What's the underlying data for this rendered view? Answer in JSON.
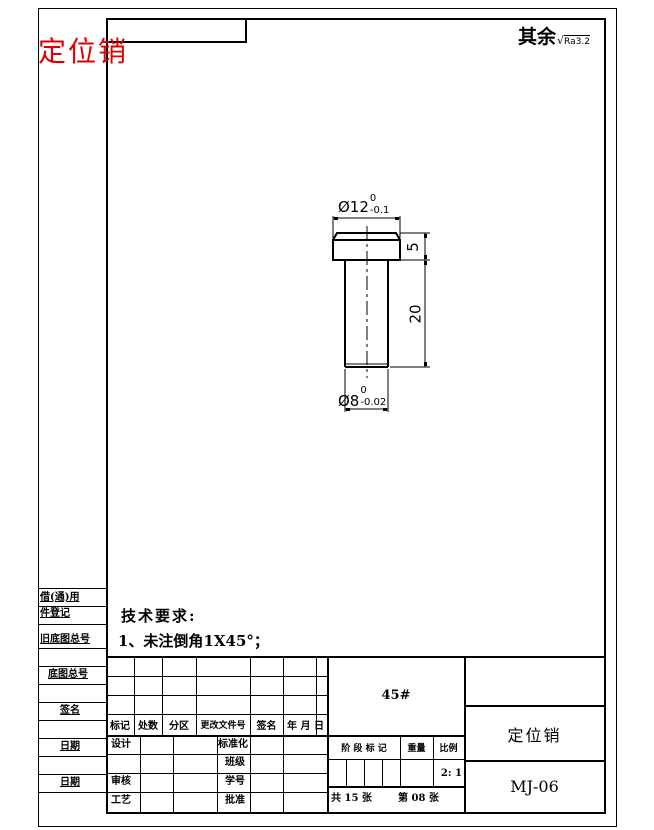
{
  "drawing": {
    "red_title": "定位销",
    "surface_note": "其余",
    "roughness": "Ra3.2",
    "dimensions": {
      "head_diameter": "Ø12",
      "head_tol_upper": "0",
      "head_tol_lower": "-0.1",
      "head_height": "5",
      "shank_length": "20",
      "shank_diameter": "Ø8",
      "shank_tol_upper": "0",
      "shank_tol_lower": "-0.02"
    },
    "tech_req_title": "技术要求:",
    "tech_req_items": [
      "1、未注倒角1X45°；"
    ]
  },
  "side_strip": {
    "labels": [
      "借(通)用",
      "件登记",
      "旧底图总号",
      "底图总号",
      "签名",
      "日期",
      "日期"
    ]
  },
  "title_block": {
    "revision_headers": [
      "标记",
      "处数",
      "分区",
      "更改文件号",
      "签名",
      "年 月 日"
    ],
    "signoff_left": [
      "设计",
      "",
      "审核",
      "工艺"
    ],
    "signoff_mid": [
      "标准化",
      "班级",
      "学号",
      "批准"
    ],
    "material": "45#",
    "stage_label": "阶 段 标 记",
    "weight_label": "重量",
    "scale_label": "比例",
    "scale_value": "2: 1",
    "sheets_total": "共 15 张",
    "sheet_no": "第 08 张",
    "part_name": "定位销",
    "drawing_no": "MJ-06"
  }
}
